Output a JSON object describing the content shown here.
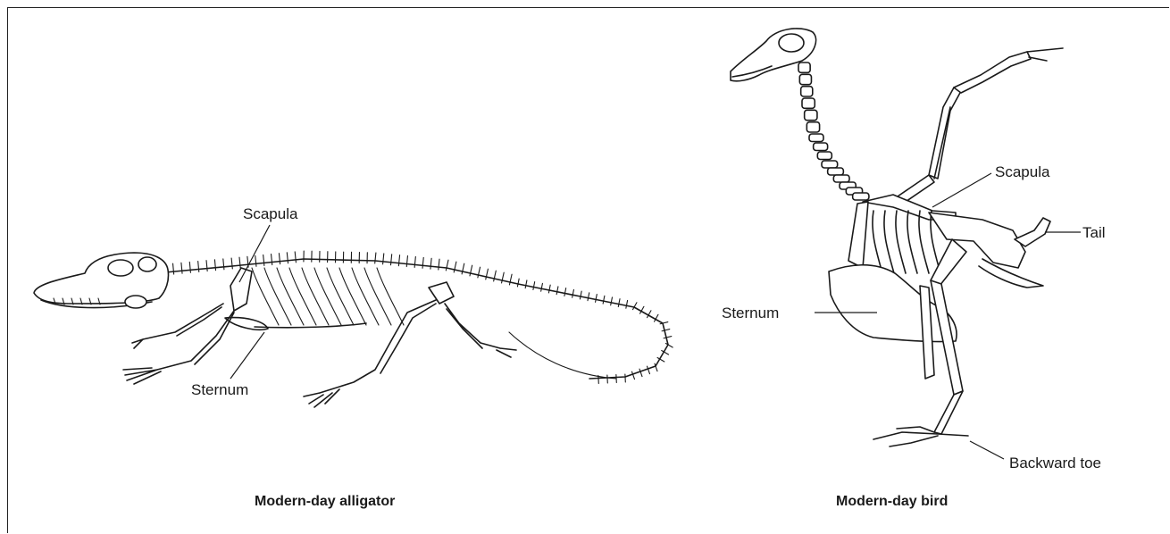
{
  "figures": [
    {
      "caption": "Modern-day alligator",
      "labels": {
        "scapula": "Scapula",
        "sternum": "Sternum"
      }
    },
    {
      "caption": "Modern-day bird",
      "labels": {
        "scapula": "Scapula",
        "tail": "Tail",
        "sternum": "Sternum",
        "backward_toe": "Backward toe"
      }
    }
  ],
  "colors": {
    "ink": "#1a1a1a",
    "background": "#ffffff"
  }
}
